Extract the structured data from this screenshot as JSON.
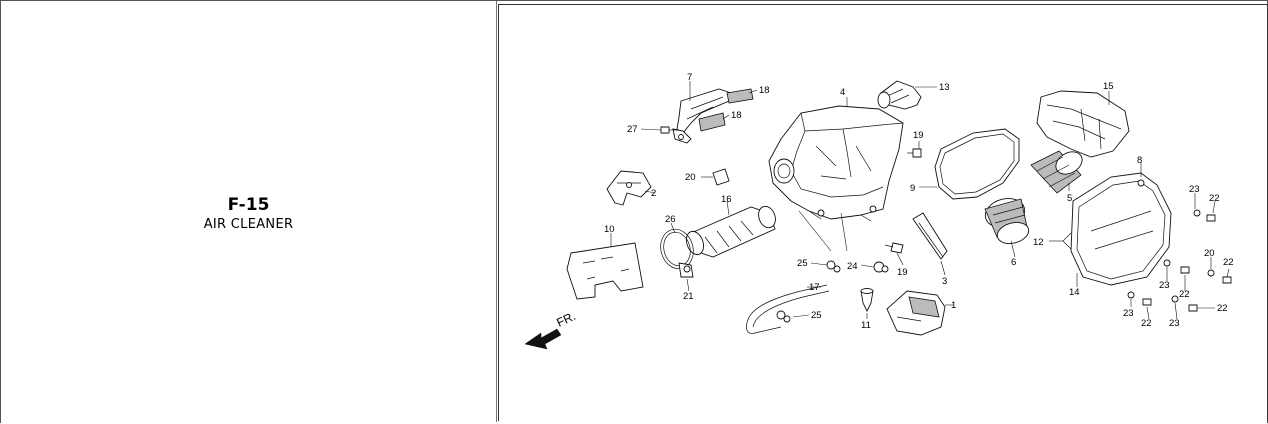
{
  "page": {
    "code": "F-15",
    "name": "AIR CLEANER"
  },
  "diagram": {
    "direction_label": "FR.",
    "callouts": [
      "1",
      "2",
      "3",
      "4",
      "5",
      "6",
      "7",
      "8",
      "9",
      "10",
      "11",
      "12",
      "13",
      "14",
      "15",
      "16",
      "17",
      "18",
      "18",
      "19",
      "19",
      "20",
      "20",
      "21",
      "22",
      "22",
      "22",
      "22",
      "22",
      "23",
      "23",
      "23",
      "23",
      "24",
      "25",
      "25",
      "26",
      "27"
    ]
  }
}
